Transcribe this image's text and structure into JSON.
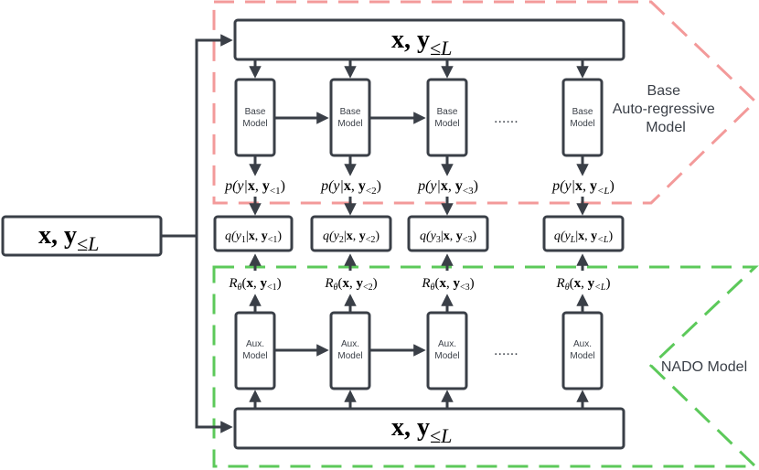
{
  "colors": {
    "box_stroke": "#3a3f47",
    "base_region": "#f39a9a",
    "nado_region": "#5cc95a",
    "text": "#3a3f47"
  },
  "regions": {
    "base_label": [
      "Base",
      "Auto-regressive",
      "Model"
    ],
    "nado_label": "NADO Model"
  },
  "input": {
    "main": "x, y",
    "sub": "≤L"
  },
  "top_bar": {
    "main": "x, y",
    "sub": "≤L"
  },
  "bottom_bar": {
    "main": "x, y",
    "sub": "≤L"
  },
  "base_models": [
    [
      "Base",
      "Model"
    ],
    [
      "Base",
      "Model"
    ],
    [
      "Base",
      "Model"
    ],
    [
      "Base",
      "Model"
    ]
  ],
  "aux_models": [
    [
      "Aux.",
      "Model"
    ],
    [
      "Aux.",
      "Model"
    ],
    [
      "Aux.",
      "Model"
    ],
    [
      "Aux.",
      "Model"
    ]
  ],
  "ellipsis": "......",
  "p_labels": [
    {
      "head": "p(y|",
      "bold": "x",
      "mid": ", ",
      "boldy": "y",
      "sub": "<1",
      "tail": ")"
    },
    {
      "head": "p(y|",
      "bold": "x",
      "mid": ", ",
      "boldy": "y",
      "sub": "<2",
      "tail": ")"
    },
    {
      "head": "p(y|",
      "bold": "x",
      "mid": ", ",
      "boldy": "y",
      "sub": "<3",
      "tail": ")"
    },
    {
      "head": "p(y|",
      "bold": "x",
      "mid": ", ",
      "boldy": "y",
      "sub": "<L",
      "tail": ")"
    }
  ],
  "q_boxes": [
    {
      "head": "q(y",
      "ysub": "1",
      "mid": "|",
      "bold": "x",
      "sep": ", ",
      "boldy": "y",
      "sub": "<1",
      "tail": ")"
    },
    {
      "head": "q(y",
      "ysub": "2",
      "mid": "|",
      "bold": "x",
      "sep": ", ",
      "boldy": "y",
      "sub": "<2",
      "tail": ")"
    },
    {
      "head": "q(y",
      "ysub": "3",
      "mid": "|",
      "bold": "x",
      "sep": ", ",
      "boldy": "y",
      "sub": "<3",
      "tail": ")"
    },
    {
      "head": "q(y",
      "ysub": "L",
      "mid": "|",
      "bold": "x",
      "sep": ", ",
      "boldy": "y",
      "sub": "<L",
      "tail": ")"
    }
  ],
  "r_labels": [
    {
      "head": "R",
      "hsub": "θ",
      "open": "(",
      "bold": "x",
      "sep": ", ",
      "boldy": "y",
      "sub": "<1",
      "tail": ")"
    },
    {
      "head": "R",
      "hsub": "θ",
      "open": "(",
      "bold": "x",
      "sep": ", ",
      "boldy": "y",
      "sub": "<2",
      "tail": ")"
    },
    {
      "head": "R",
      "hsub": "θ",
      "open": "(",
      "bold": "x",
      "sep": ", ",
      "boldy": "y",
      "sub": "<3",
      "tail": ")"
    },
    {
      "head": "R",
      "hsub": "θ",
      "open": "(",
      "bold": "x",
      "sep": ", ",
      "boldy": "y",
      "sub": "<L",
      "tail": ")"
    }
  ]
}
